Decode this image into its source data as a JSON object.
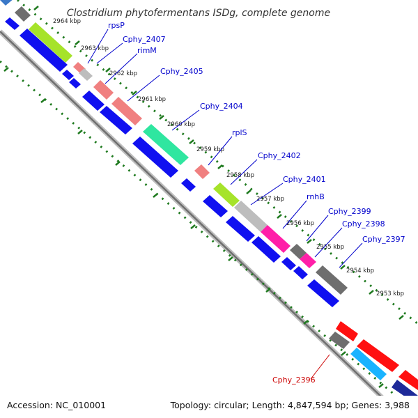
{
  "title": "Clostridium phytofermentans ISDg, complete genome",
  "footer": {
    "accession": "Accession: NC_010001",
    "topology": "Topology: circular; Length: 4,847,594 bp; Genes: 3,988"
  },
  "colors": {
    "label_default": "#0000cc",
    "label_highlight": "#cc0000",
    "backbone": "#9a9a9a",
    "tick": "#1f7a1f"
  },
  "kbp_labels": [
    {
      "text": "2964 kbp"
    },
    {
      "text": "2963 kbp"
    },
    {
      "text": "2962 kbp"
    },
    {
      "text": "2961 kbp"
    },
    {
      "text": "2960 kbp"
    },
    {
      "text": "2959 kbp"
    },
    {
      "text": "2958 kbp"
    },
    {
      "text": "2957 kbp"
    },
    {
      "text": "2956 kbp"
    },
    {
      "text": "2955 kbp"
    },
    {
      "text": "2954 kbp"
    },
    {
      "text": "2953 kbp"
    }
  ],
  "gene_labels": [
    {
      "text": "rpsP",
      "highlight": false
    },
    {
      "text": "Cphy_2407",
      "highlight": false
    },
    {
      "text": "rimM",
      "highlight": false
    },
    {
      "text": "Cphy_2405",
      "highlight": false
    },
    {
      "text": "Cphy_2404",
      "highlight": false
    },
    {
      "text": "rplS",
      "highlight": false
    },
    {
      "text": "Cphy_2402",
      "highlight": false
    },
    {
      "text": "Cphy_2401",
      "highlight": false
    },
    {
      "text": "rnhB",
      "highlight": false
    },
    {
      "text": "Cphy_2399",
      "highlight": false
    },
    {
      "text": "Cphy_2398",
      "highlight": false
    },
    {
      "text": "Cphy_2397",
      "highlight": false
    },
    {
      "text": "Cphy_2396",
      "highlight": true
    }
  ]
}
